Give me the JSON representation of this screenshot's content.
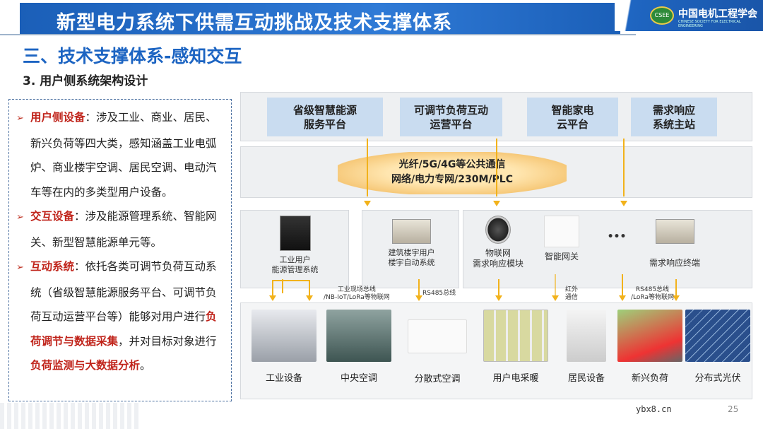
{
  "header": {
    "title": "新型电力系统下供需互动挑战及技术支撑体系",
    "logo_cn": "中国电机工程学会",
    "logo_en": "CHINESE SOCIETY FOR ELECTRICAL ENGINEERING",
    "logo_badge": "CSEE"
  },
  "section_title": "三、技术支撑体系-感知交互",
  "subtitle": "3. 用户侧系统架构设计",
  "left_panel": [
    {
      "bullet": "➢",
      "head": "用户侧设备",
      "text": "：涉及工业、商业、居民、新兴负荷等四大类，感知涵盖工业电弧炉、商业楼宇空调、居民空调、电动汽车等在内的多类型用户设备。"
    },
    {
      "bullet": "➢",
      "head": "交互设备",
      "text": "：涉及能源管理系统、智能网关、新型智慧能源单元等。"
    },
    {
      "bullet": "➢",
      "head": "互动系统",
      "text": "：依托各类可调节负荷互动系统（省级智慧能源服务平台、可调节负荷互动运营平台等）能够对用户进行",
      "hl1": "负荷调节与数据采集",
      "mid": "，并对目标对象进行",
      "hl2": "负荷监测与大数据分析",
      "end": "。"
    }
  ],
  "platforms": [
    {
      "line1": "省级智慧能源",
      "line2": "服务平台"
    },
    {
      "line1": "可调节负荷互动",
      "line2": "运营平台"
    },
    {
      "line1": "智能家电",
      "line2": "云平台"
    },
    {
      "line1": "需求响应",
      "line2": "系统主站"
    }
  ],
  "network": {
    "line1": "光纤/5G/4G等公共通信",
    "line2": "网络/电力专网/230M/PLC"
  },
  "devices": [
    {
      "line1": "工业用户",
      "line2": "能源管理系统"
    },
    {
      "line1": "建筑楼宇用户",
      "line2": "楼宇自动系统"
    },
    {
      "line1": "物联网",
      "line2": "需求响应模块"
    },
    {
      "line1": "智能网关",
      "line2": ""
    },
    {
      "line1": "需求响应终端",
      "line2": ""
    }
  ],
  "ellipsis": "•••",
  "links": {
    "l1a": "工业现场总线",
    "l1b": "/NB-IoT/LoRa等物联网",
    "l2": "RS485总线",
    "l3a": "红外",
    "l3b": "通信",
    "l4a": "RS485总线",
    "l4b": "/LoRa等物联网"
  },
  "equipment": [
    "工业设备",
    "中央空调",
    "分散式空调",
    "用户电采暖",
    "居民设备",
    "新兴负荷",
    "分布式光伏"
  ],
  "footer": {
    "watermark": "ybx8.cn",
    "page": "25"
  },
  "colors": {
    "title_bar": "#1b5fb8",
    "section": "#1c64c2",
    "highlight": "#c0241b",
    "arrow": "#f2b21b",
    "platform": "#c9dcf0"
  }
}
